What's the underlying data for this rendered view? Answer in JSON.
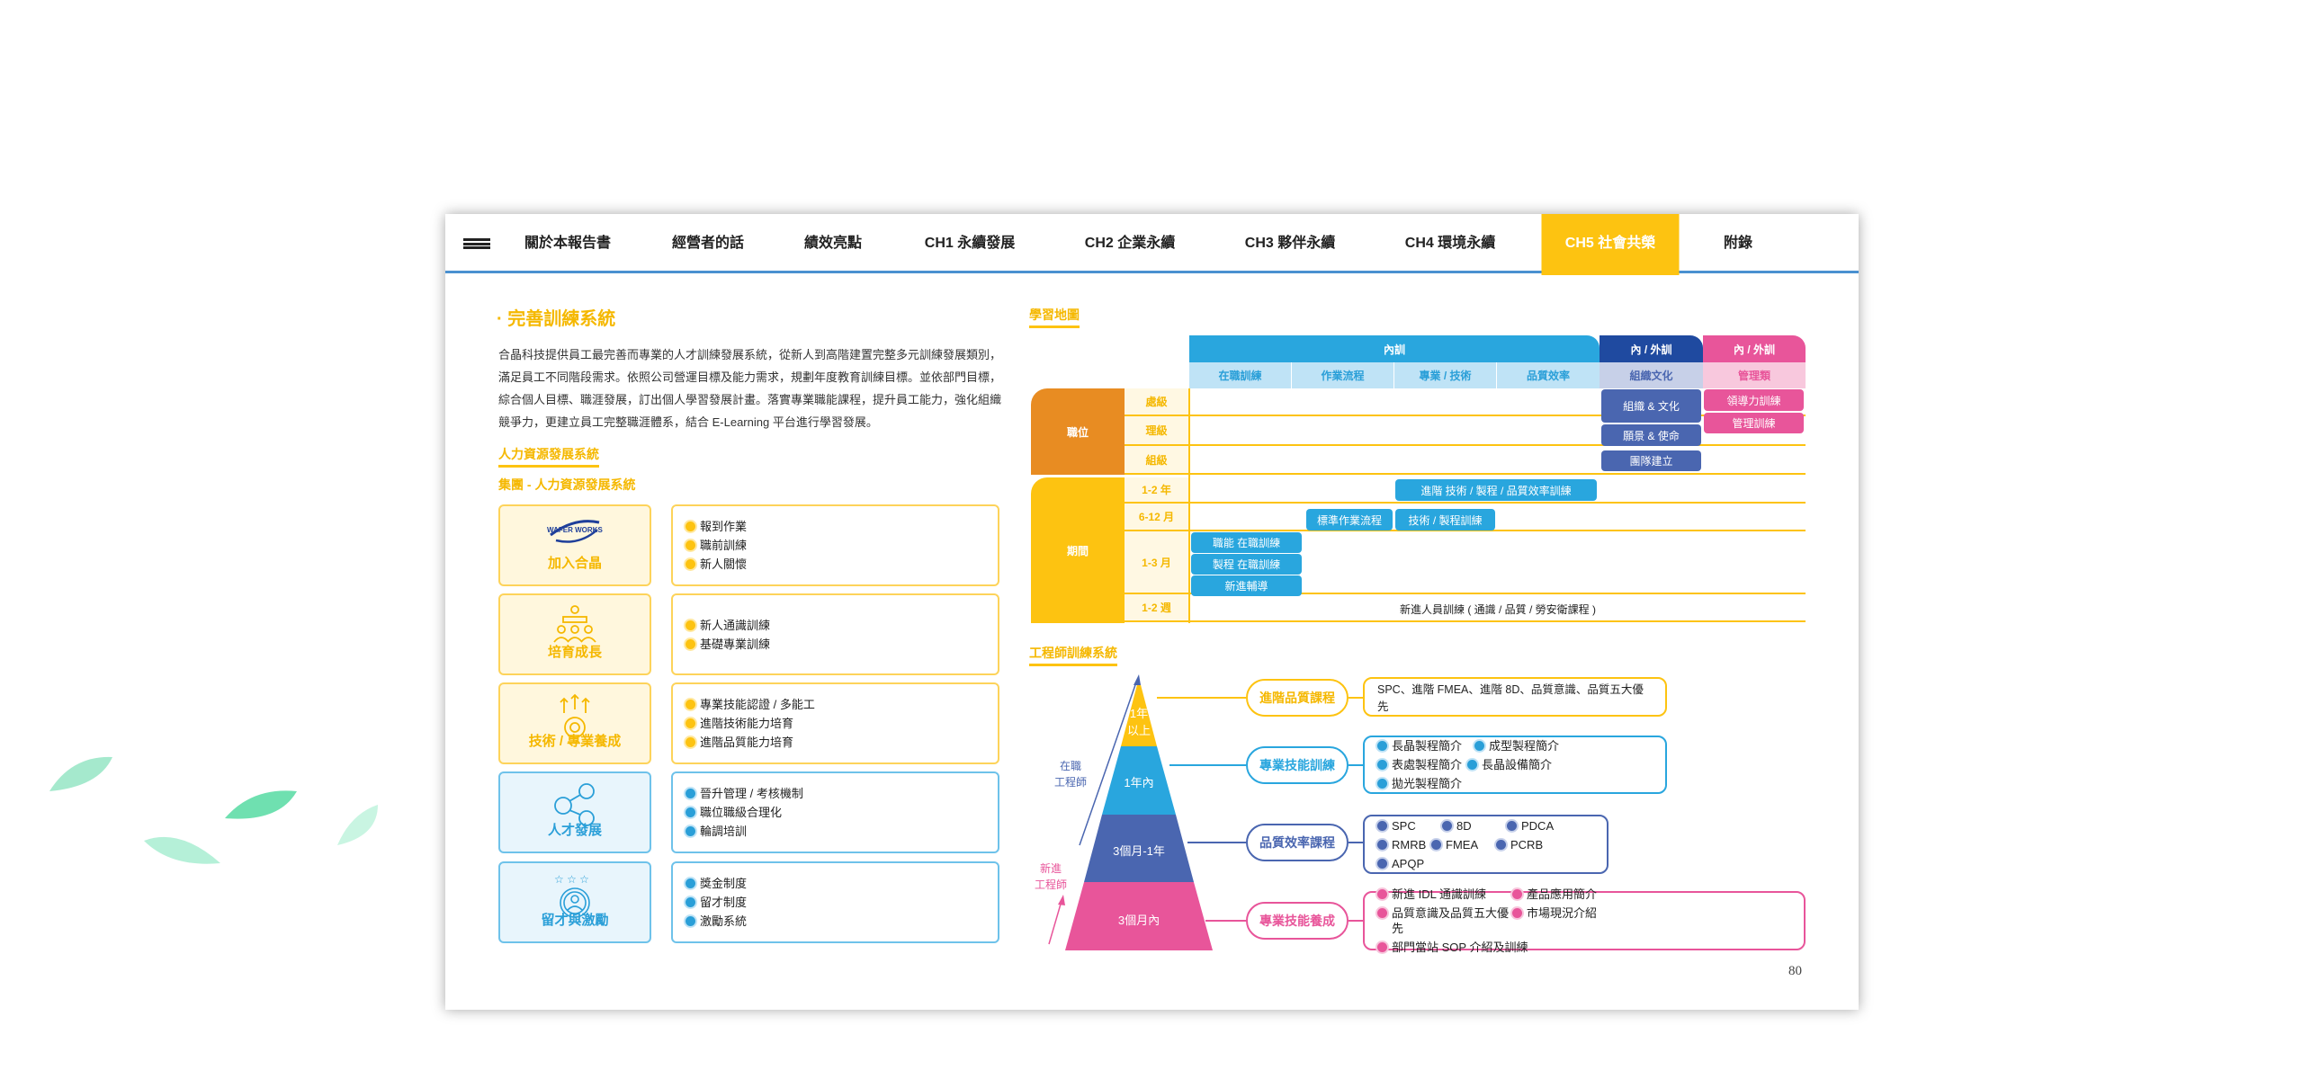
{
  "nav": {
    "items": [
      "關於本報告書",
      "經營者的話",
      "績效亮點",
      "CH1  永續發展",
      "CH2  企業永續",
      "CH3  夥伴永續",
      "CH4  環境永續",
      "CH5  社會共榮",
      "附錄"
    ],
    "active": "CH5  社會共榮"
  },
  "left": {
    "title": "· 完善訓練系統",
    "paragraph": "合晶科技提供員工最完善而專業的人才訓練發展系統，從新人到高階建置完整多元訓練發展類別，滿足員工不同階段需求。依照公司營運目標及能力需求，規劃年度教育訓練目標。並依部門目標，綜合個人目標、職涯發展，訂出個人學習發展計畫。落實專業職能課程，提升員工能力，強化組織競爭力，更建立員工完整職涯體系，結合 E-Learning 平台進行學習發展。",
    "subtitle1": "人力資源發展系統",
    "subtitle2": "集團 - 人力資源發展系統",
    "logo_text": "WAFER WORKS",
    "rows": [
      {
        "label": "加入合晶",
        "icon": "wafer-works-logo",
        "items": [
          "報到作業",
          "職前訓練",
          "新人關懷"
        ]
      },
      {
        "label": "培育成長",
        "icon": "classroom-icon",
        "items": [
          "新人通識訓練",
          "基礎專業訓練"
        ]
      },
      {
        "label": "技術 / 專業養成",
        "icon": "gear-arrows-icon",
        "items": [
          "專業技能認證 / 多能工",
          "進階技術能力培育",
          "進階品質能力培育"
        ]
      },
      {
        "label": "人才發展",
        "icon": "network-people-icon",
        "items": [
          "晉升管理 / 考核機制",
          "職位職級合理化",
          "輪調培訓"
        ]
      },
      {
        "label": "留才與激勵",
        "icon": "star-person-icon",
        "items": [
          "獎金制度",
          "留才制度",
          "激勵系統"
        ]
      }
    ]
  },
  "map": {
    "title": "學習地圖",
    "header": {
      "internal": "內訓",
      "int_ext1": "內 / 外訓",
      "int_ext2": "內 / 外訓"
    },
    "columns": [
      "在職訓練",
      "作業流程",
      "專業 / 技術",
      "品質效率",
      "組織文化",
      "管理類"
    ],
    "group_position": "職位",
    "group_period": "期間",
    "rows": [
      "處級",
      "理級",
      "組級",
      "1-2 年",
      "6-12 月",
      "1-3 月",
      "1-2 週"
    ],
    "chips": {
      "culture": "組織 & 文化",
      "vision": "願景 & 使命",
      "team": "團隊建立",
      "leadership": "領導力訓練",
      "management": "管理訓練",
      "advanced": "進階 技術 / 製程 / 品質效率訓練",
      "sop": "標準作業流程",
      "tech": "技術 / 製程訓練",
      "func": "職能  在職訓練",
      "process": "製程 在職訓練",
      "mentor": "新進輔導"
    },
    "newcomer": "新進人員訓練 ( 通識 / 品質 / 勞安衛課程 )"
  },
  "engineer": {
    "title": "工程師訓練系統",
    "levels": [
      "1年\n以上",
      "1年內",
      "3個月-1年",
      "3個月內"
    ],
    "onjob": "在職\n工程師",
    "newhire": "新進\n工程師",
    "courses": [
      {
        "name": "進階品質課程",
        "text": "SPC、進階 FMEA、進階 8D、品質意識、品質五大優先",
        "color": "#fdc311"
      },
      {
        "name": "專業技能訓練",
        "items": [
          "長晶製程簡介",
          "成型製程簡介",
          "表處製程簡介",
          "長晶設備簡介",
          "拋光製程簡介"
        ],
        "color": "#2a9fd8"
      },
      {
        "name": "品質效率課程",
        "items": [
          "SPC",
          "8D",
          "PDCA",
          "RMRB",
          "FMEA",
          "PCRB",
          "APQP"
        ],
        "color": "#4a66b0"
      },
      {
        "name": "專業技能養成",
        "items": [
          "新進 IDL 通識訓練",
          "產品應用簡介",
          "品質意識及品質五大優先",
          "市場現況介紹",
          "部門當站 SOP 介紹及訓練"
        ],
        "color": "#e8559a"
      }
    ]
  },
  "page_number": "80",
  "colors": {
    "yellow": "#fdc311",
    "blue": "#29a6de",
    "navy": "#1f4aa0",
    "pink": "#e8559a",
    "orange": "#e88c22"
  }
}
